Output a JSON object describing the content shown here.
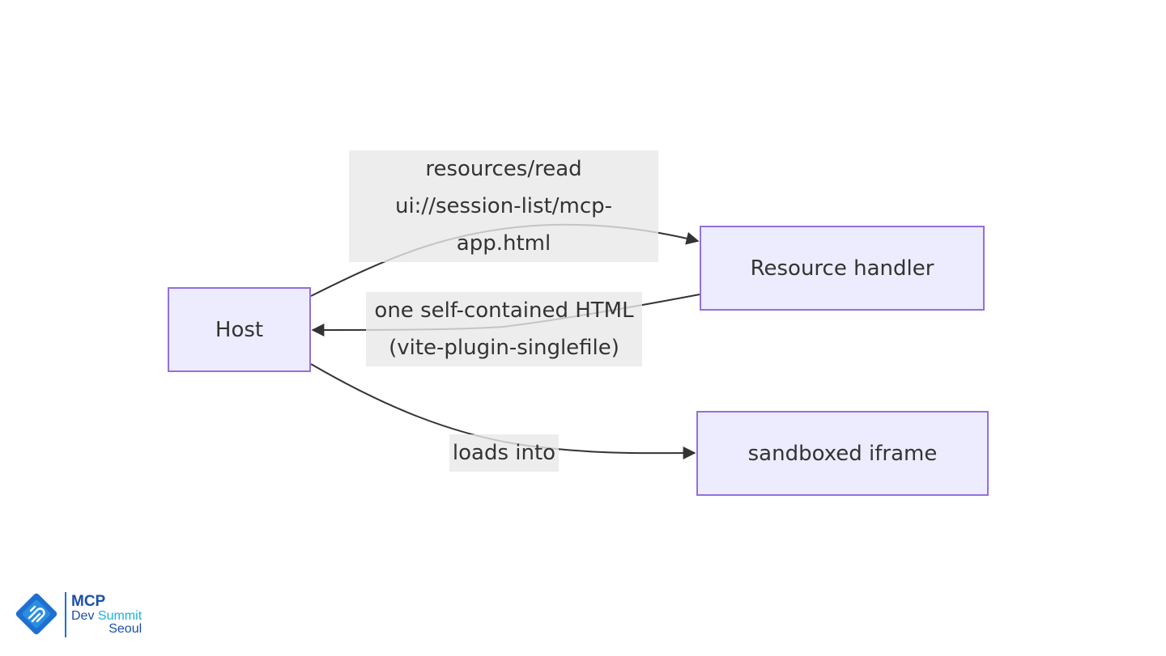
{
  "diagram": {
    "nodes": {
      "host": {
        "label": "Host"
      },
      "resource_handler": {
        "label": "Resource handler"
      },
      "sandboxed_iframe": {
        "label": "sandboxed iframe"
      }
    },
    "edges": [
      {
        "from": "host",
        "to": "resource_handler",
        "label_lines": [
          "resources/read",
          "ui://session-list/mcp-",
          "app.html"
        ]
      },
      {
        "from": "resource_handler",
        "to": "host",
        "label_lines": [
          "one self-contained HTML",
          "(vite-plugin-singlefile)"
        ]
      },
      {
        "from": "host",
        "to": "sandboxed_iframe",
        "label_lines": [
          "loads into"
        ]
      }
    ]
  },
  "logo": {
    "line1": "MCP",
    "line2_a": "Dev",
    "line2_b": "Summit",
    "line3": "Seoul"
  },
  "colors": {
    "node_fill": "#ececfe",
    "node_border": "#9370db",
    "edge": "#333333",
    "label_bg": "#e8e8e8",
    "logo_primary": "#1a4fa8",
    "logo_accent": "#19b3d8"
  }
}
